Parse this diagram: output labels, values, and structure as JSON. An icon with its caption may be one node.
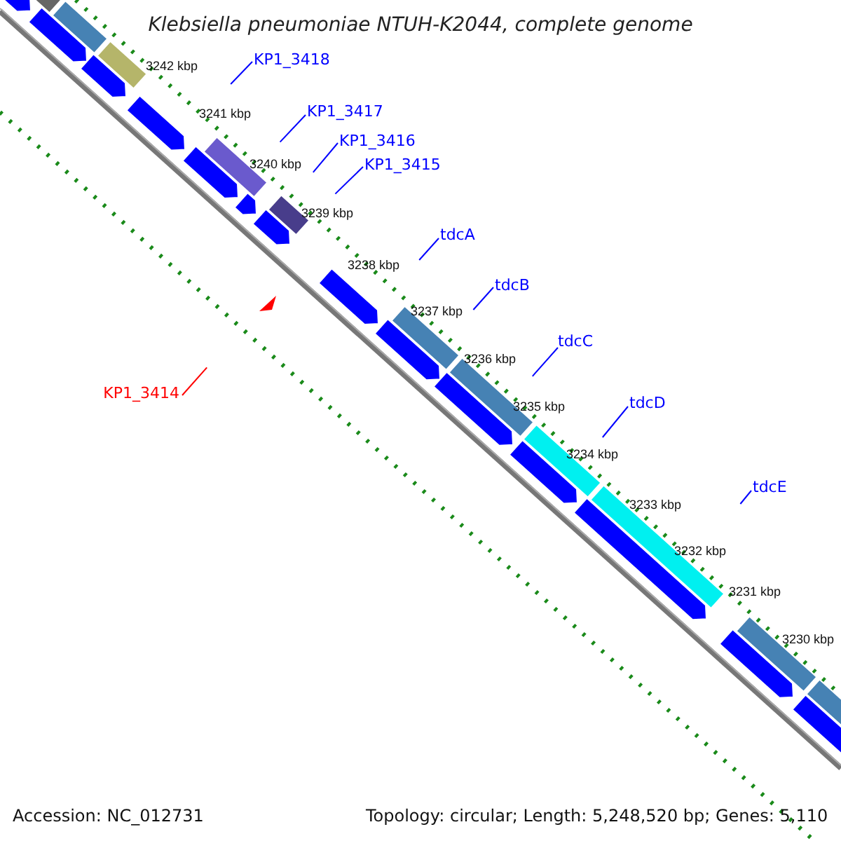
{
  "diagram": {
    "title": "Klebsiella pneumoniae NTUH-K2044, complete genome",
    "nodes": [
      {
        "text": [
          "KP1_3418"
        ]
      },
      {
        "text": [
          "KP1_3417"
        ]
      },
      {
        "text": [
          "KP1_3416"
        ]
      },
      {
        "text": [
          "KP1_3415"
        ]
      },
      {
        "text": [
          "tdcA"
        ]
      },
      {
        "text": [
          "tdcB"
        ]
      },
      {
        "text": [
          "tdcC"
        ]
      },
      {
        "text": [
          "tdcD"
        ]
      },
      {
        "text": [
          "tdcE"
        ]
      },
      {
        "text": [
          "KP1_3414"
        ]
      }
    ],
    "edges": [
      {
        "from": 0,
        "to": null,
        "arrow": "none"
      },
      {
        "from": 1,
        "to": null,
        "arrow": "none"
      },
      {
        "from": 2,
        "to": null,
        "arrow": "none"
      },
      {
        "from": 3,
        "to": null,
        "arrow": "none"
      },
      {
        "from": 4,
        "to": null,
        "arrow": "none"
      },
      {
        "from": 5,
        "to": null,
        "arrow": "none"
      },
      {
        "from": 6,
        "to": null,
        "arrow": "none"
      },
      {
        "from": 7,
        "to": null,
        "arrow": "none"
      },
      {
        "from": 8,
        "to": null,
        "arrow": "none"
      },
      {
        "from": 9,
        "to": null,
        "arrow": "none",
        "color": "#ff0000"
      }
    ],
    "labels": [
      "3242 kbp",
      "3241 kbp",
      "3240 kbp",
      "3239 kbp",
      "3238 kbp",
      "3237 kbp",
      "3236 kbp",
      "3235 kbp",
      "3234 kbp",
      "3233 kbp",
      "3232 kbp",
      "3231 kbp",
      "3230 kbp",
      "Accession: NC_012731",
      "Topology: circular; Length: 5,248,520 bp; Genes: 5,110"
    ]
  }
}
